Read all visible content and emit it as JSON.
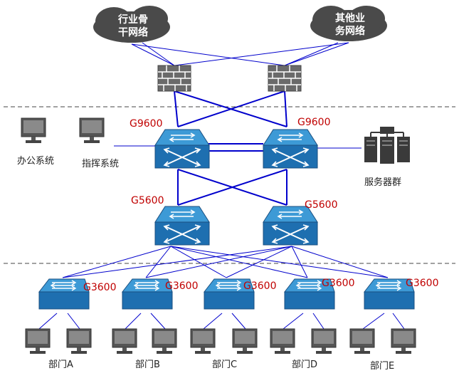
{
  "clouds": [
    {
      "line1": "行业骨",
      "line2": "干网络"
    },
    {
      "line1": "其他业",
      "line2": "务网络"
    }
  ],
  "core_switches": [
    {
      "model": "G9600"
    },
    {
      "model": "G9600"
    }
  ],
  "aggregation_switches": [
    {
      "model": "G5600"
    },
    {
      "model": "G5600"
    }
  ],
  "access_switches": [
    {
      "model": "G3600"
    },
    {
      "model": "G3600"
    },
    {
      "model": "G3600"
    },
    {
      "model": "G3600"
    },
    {
      "model": "G3600"
    }
  ],
  "systems": {
    "office": "办公系统",
    "command": "指挥系统",
    "servers": "服务器群"
  },
  "departments": [
    "部门A",
    "部门B",
    "部门C",
    "部门D",
    "部门E"
  ],
  "colors": {
    "link": "#0000cc",
    "core_link": "#1a1aa0",
    "switch_top": "#3d9ad6",
    "switch_front": "#1e6fb0",
    "cloud": "#4a4a4a",
    "firewall": "#666666",
    "model_label": "#c00000",
    "divider": "#444444"
  }
}
